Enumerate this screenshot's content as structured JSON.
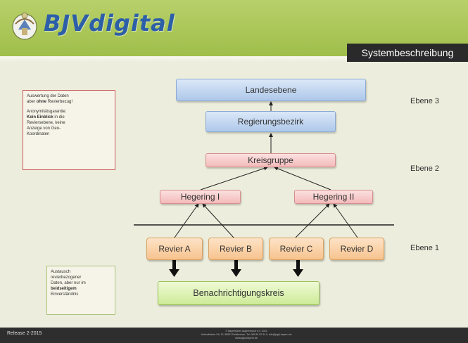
{
  "header": {
    "logo_text": "BJVdigital",
    "subtitle": "Systembeschreibung"
  },
  "footer": {
    "release": "Release 2-2015",
    "fine_lines": [
      "© Bayerischer Jagdverband e.V. 2015",
      "Hohenlindner Str. 12, 85622 Feldkirchen, Tel. 089 99 02 34 0, info@jagd-bayern.de",
      "www.jagd-bayern.de"
    ]
  },
  "diagram": {
    "nodes": {
      "landesebene": "Landesebene",
      "regierungsbezirk": "Regierungsbezirk",
      "kreisgruppe": "Kreisgruppe",
      "hegering_1": "Hegering I",
      "hegering_2": "Hegering II",
      "revier_a": "Revier A",
      "revier_b": "Revier B",
      "revier_c": "Revier C",
      "revier_d": "Revier D",
      "benachrichtigungskreis": "Benachrichtigungskreis"
    },
    "levels": {
      "ebene_3": "Ebene 3",
      "ebene_2": "Ebene 2",
      "ebene_1": "Ebene 1"
    }
  },
  "notes": {
    "top": {
      "line1": "Auswertung der Daten",
      "line2_pre": "aber ",
      "line2_bold": "ohne",
      "line2_post": " Revierbezug!",
      "line3": "Anonymitätsgarantie:",
      "line4_bold": "Kein Einblick",
      "line4_post": " in die",
      "line5": "Reviersebene, keine",
      "line6": "Anzeige von Geo-",
      "line7": "Koordinaten"
    },
    "bottom": {
      "line1": "Austausch",
      "line2": "revierbezogener",
      "line3": "Daten, aber nur im",
      "line4_bold": "beidseitigem",
      "line5": "Einverständnis"
    }
  }
}
